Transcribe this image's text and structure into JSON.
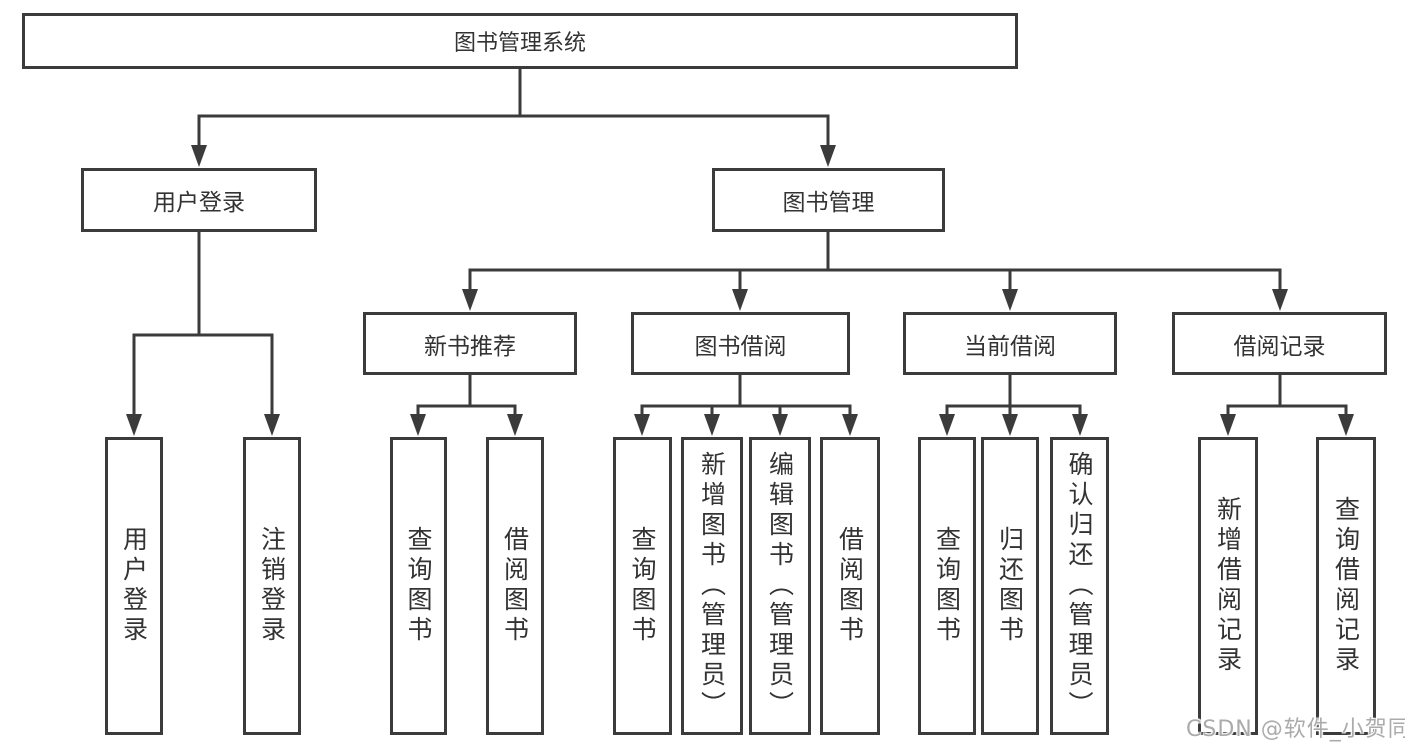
{
  "tree": {
    "root": {
      "label": "图书管理系统"
    },
    "children": [
      {
        "label": "用户登录",
        "children": [
          {
            "label": "用户登录"
          },
          {
            "label": "注销登录"
          }
        ]
      },
      {
        "label": "图书管理",
        "children": [
          {
            "label": "新书推荐",
            "children": [
              {
                "label": "查询图书"
              },
              {
                "label": "借阅图书"
              }
            ]
          },
          {
            "label": "图书借阅",
            "children": [
              {
                "label": "查询图书"
              },
              {
                "label": "新增图书（管理员）"
              },
              {
                "label": "编辑图书（管理员）"
              },
              {
                "label": "借阅图书"
              }
            ]
          },
          {
            "label": "当前借阅",
            "children": [
              {
                "label": "查询图书"
              },
              {
                "label": "归还图书"
              },
              {
                "label": "确认归还（管理员）"
              }
            ]
          },
          {
            "label": "借阅记录",
            "children": [
              {
                "label": "新增借阅记录"
              },
              {
                "label": "查询借阅记录"
              }
            ]
          }
        ]
      }
    ]
  },
  "watermark": {
    "text": "CSDN @软件_小贺同学"
  },
  "colors": {
    "line": "#3b3b3b",
    "text": "#333333",
    "background": "#ffffff",
    "watermark": "#ababab"
  }
}
